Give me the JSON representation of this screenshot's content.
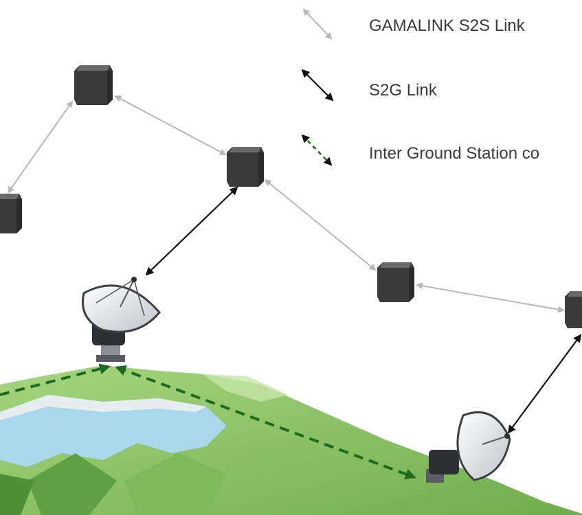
{
  "legend": {
    "items": [
      {
        "label": "GAMALINK S2S Link",
        "icon": "double-arrow-gray",
        "color": "#b8b8b8"
      },
      {
        "label": "S2G Link",
        "icon": "double-arrow-black",
        "color": "#111111"
      },
      {
        "label": "Inter Ground Station co",
        "icon": "double-arrow-dashed-green",
        "color": "#1e6b1e"
      }
    ]
  },
  "diagram": {
    "nodes": [
      "satellite",
      "satellite",
      "satellite",
      "satellite",
      "satellite",
      "ground-station",
      "ground-station"
    ],
    "colors": {
      "satellite": "#3a3a3a",
      "s2s_link": "#b8b8b8",
      "s2g_link": "#111111",
      "ground_link": "#1e6b1e",
      "terrain": "#8cc46a",
      "water": "#a9d8ea"
    }
  }
}
